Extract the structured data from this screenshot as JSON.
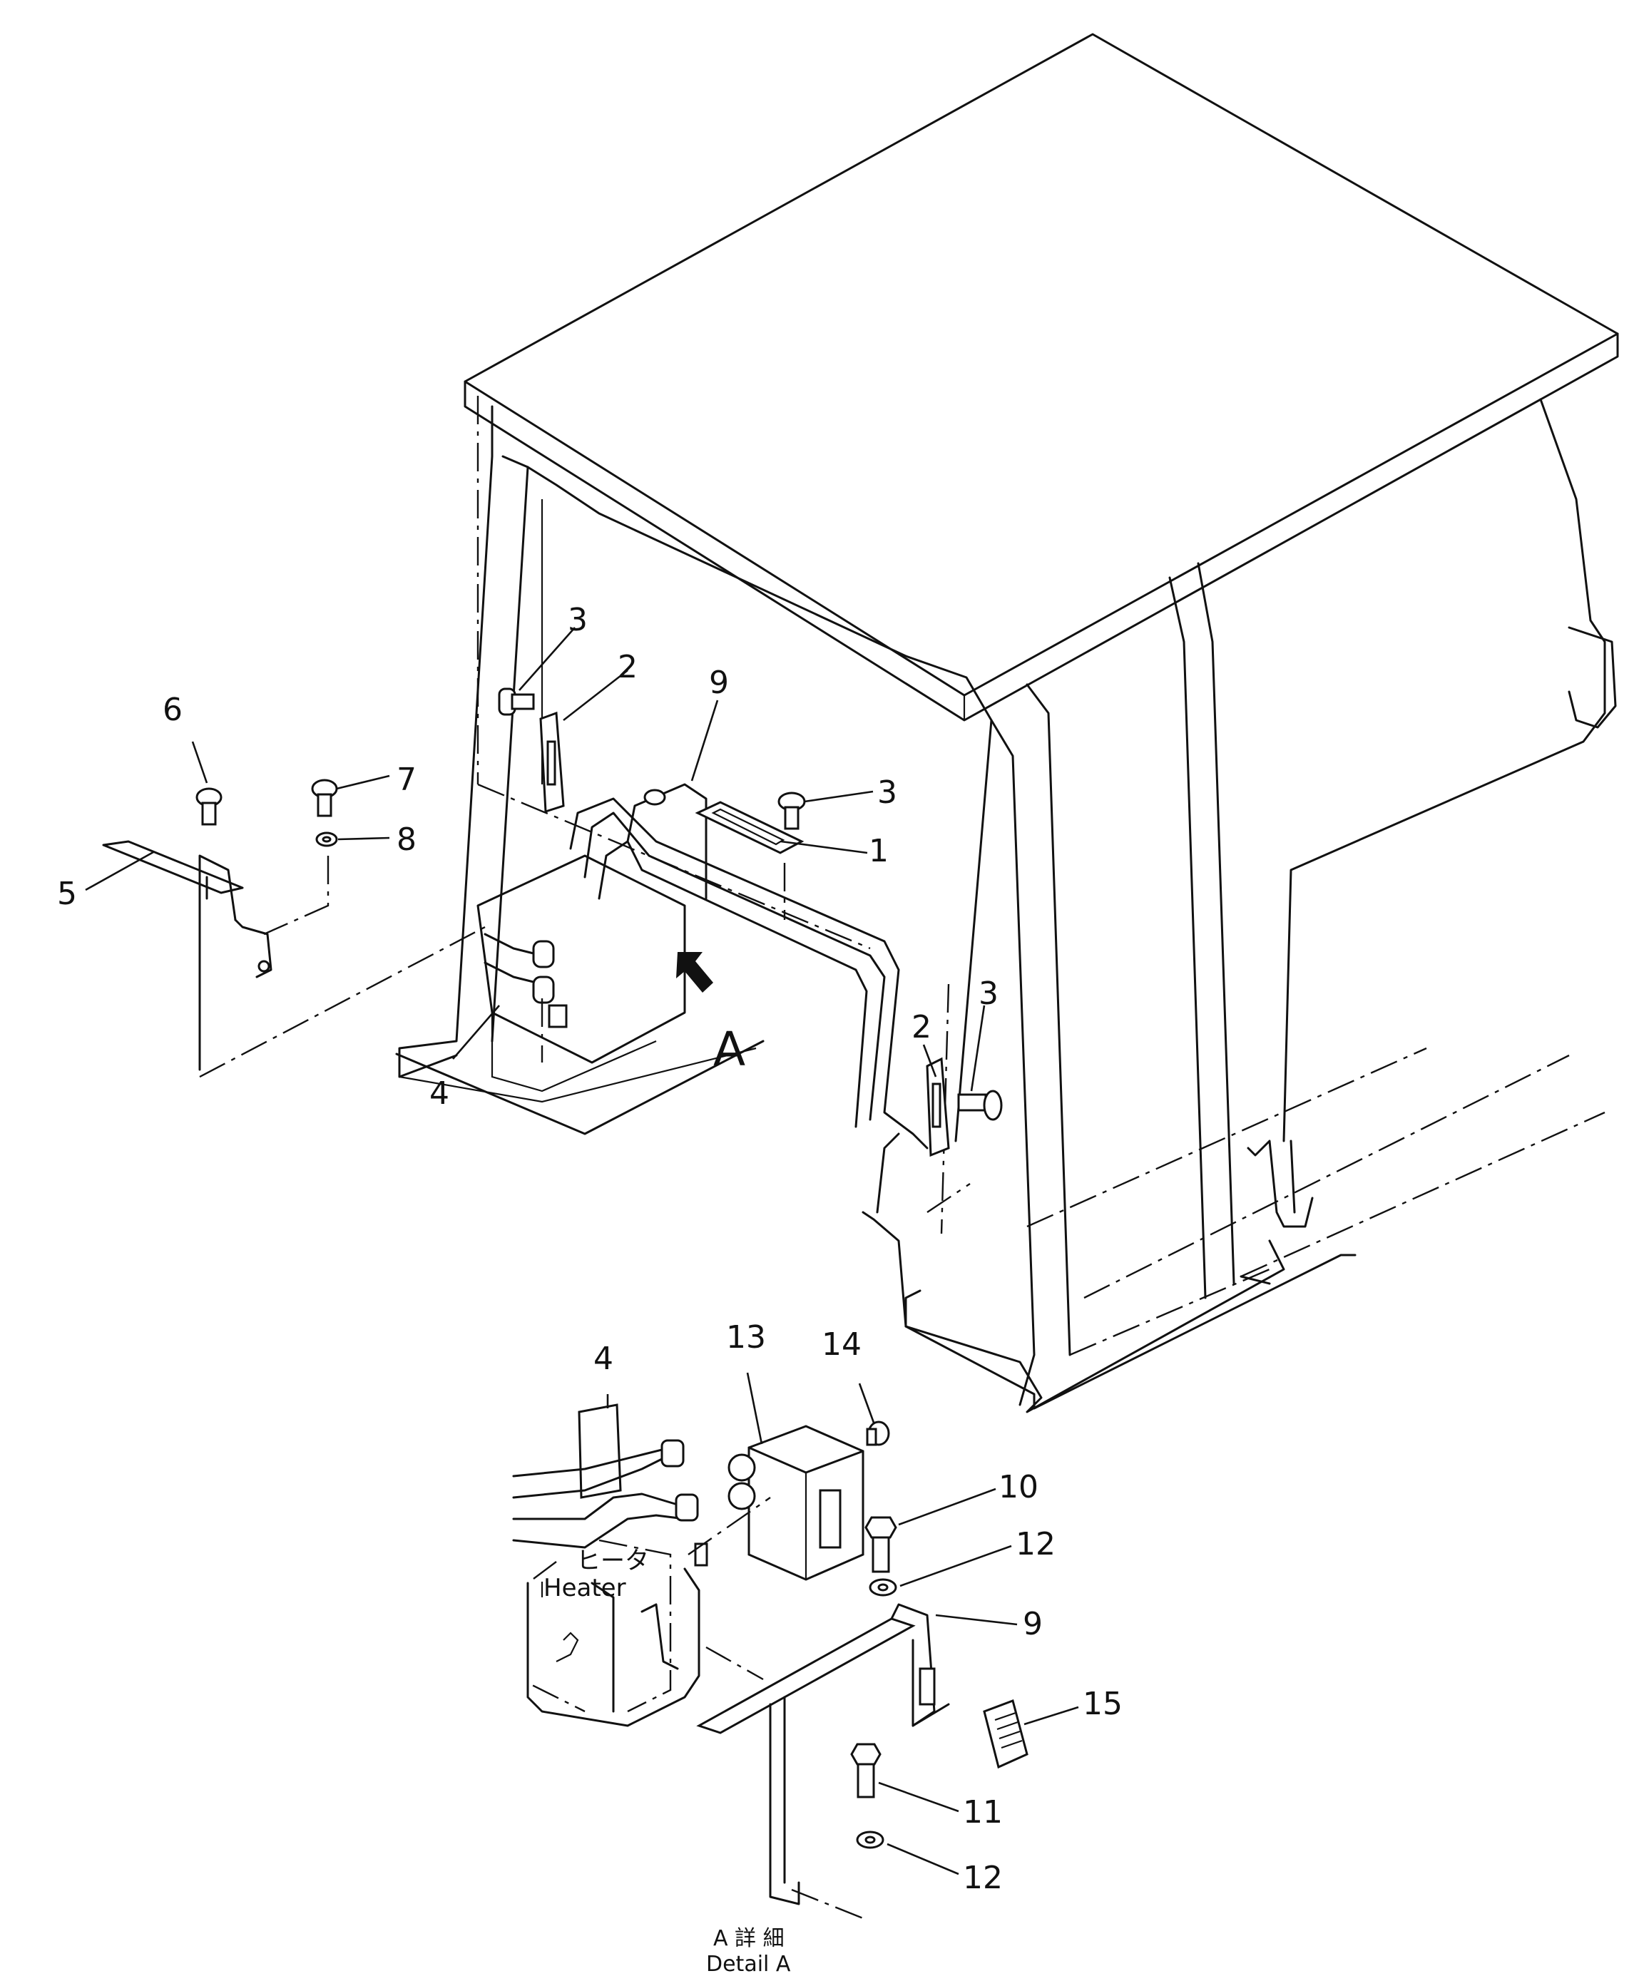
{
  "callouts": {
    "c1": "1",
    "c2a": "2",
    "c2b": "2",
    "c3a": "3",
    "c3b": "3",
    "c3c": "3",
    "c4a": "4",
    "c4b": "4",
    "c5": "5",
    "c6": "6",
    "c7": "7",
    "c8": "8",
    "c9a": "9",
    "c9b": "9",
    "c10": "10",
    "c11": "11",
    "c12a": "12",
    "c12b": "12",
    "c13": "13",
    "c14": "14",
    "c15": "15"
  },
  "view_marker": "A",
  "heater_label_jp": "ヒータ",
  "heater_label_en": "Heater",
  "detail_caption_jp": "A 詳 細",
  "detail_caption_en": "Detail A"
}
